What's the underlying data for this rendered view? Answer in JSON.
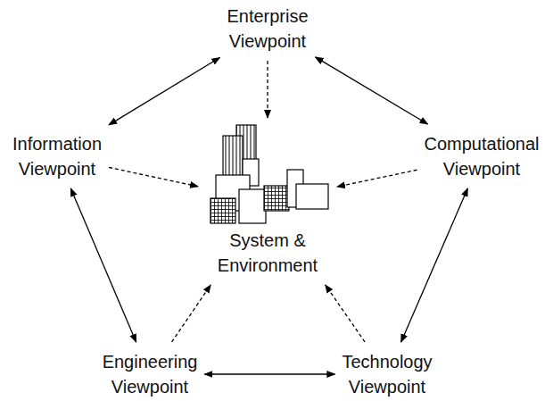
{
  "diagram": {
    "nodes": [
      {
        "text": [
          "Enterprise Viewpoint"
        ]
      },
      {
        "text": [
          "Information Viewpoint"
        ]
      },
      {
        "text": [
          "Computational Viewpoint"
        ]
      },
      {
        "text": [
          "System & Environment"
        ]
      },
      {
        "text": [
          "Engineering Viewpoint"
        ]
      },
      {
        "text": [
          "Technology Viewpoint"
        ]
      }
    ],
    "edges": [
      {
        "from": 0,
        "to": 1,
        "arrow": "both"
      },
      {
        "from": 0,
        "to": 2,
        "arrow": "both"
      },
      {
        "from": 1,
        "to": 4,
        "arrow": "both"
      },
      {
        "from": 2,
        "to": 5,
        "arrow": "both"
      },
      {
        "from": 4,
        "to": 5,
        "arrow": "both"
      },
      {
        "from": 0,
        "to": 3,
        "arrow": "to"
      },
      {
        "from": 1,
        "to": 3,
        "arrow": "to"
      },
      {
        "from": 2,
        "to": 3,
        "arrow": "to"
      },
      {
        "from": 4,
        "to": 3,
        "arrow": "to"
      },
      {
        "from": 5,
        "to": 3,
        "arrow": "to"
      }
    ]
  }
}
